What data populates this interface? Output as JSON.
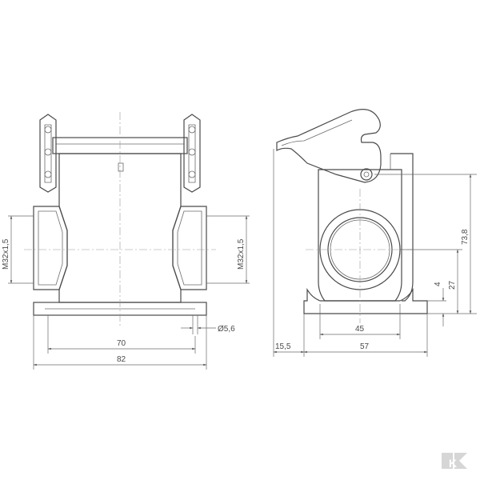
{
  "front_view": {
    "thread_left": "M32x1,5",
    "thread_right": "M32x1,5",
    "hole_diameter": "Ø5,6",
    "dim_inner_width": "70",
    "dim_outer_width": "82"
  },
  "side_view": {
    "dim_height": "73,8",
    "dim_center_height": "27",
    "dim_base_height": "4",
    "dim_base_inner": "45",
    "dim_base_outer": "57",
    "dim_overhang": "15,5"
  },
  "branding": {
    "logo_mark": "K"
  }
}
